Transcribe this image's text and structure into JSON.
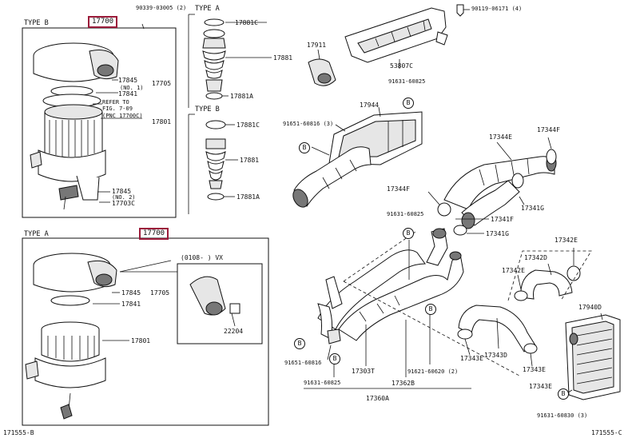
{
  "headers": {
    "type_b_top": "TYPE B",
    "type_a_mid": "TYPE A",
    "type_b_mid": "TYPE B",
    "type_a_bottom": "TYPE A"
  },
  "highlighted_parts": {
    "top": "17700",
    "bottom": "17700"
  },
  "variant_note": "(0108-      ) VX",
  "figure_codes": {
    "left": "171555-B",
    "right": "171555-C"
  },
  "circle_marks": [
    "B",
    "B",
    "B",
    "B",
    "B",
    "B",
    "B"
  ],
  "labels": {
    "bolt_90339": "90339-03005 (2)",
    "bolt_90119": "90119-06171 (4)",
    "p17845_a": "17845",
    "p17705_a": "17705",
    "no1": "(NO. 1)",
    "p17841_a": "17841",
    "refer": "REFER TO",
    "fig": "FIG. 7-09",
    "pnc": "(PNC 17700C)",
    "p17801_a": "17801",
    "p17845_b": "17845",
    "no2": "(NO. 2)",
    "p17703c": "17703C",
    "p17881c_a": "17881C",
    "p17881_a": "17881",
    "p17881a_a": "17881A",
    "p17881c_b": "17881C",
    "p17881_b": "17881",
    "p17881a_b": "17881A",
    "p17911": "17911",
    "p53807c": "53807C",
    "bolt_91631_a": "91631-60825",
    "p17944": "17944",
    "bolt_91651_a": "91651-60816 (3)",
    "p17344e_a": "17344E",
    "p17344f_a": "17344F",
    "p17341g_a": "17341G",
    "p17344f_b": "17344F",
    "p17341f": "17341F",
    "bolt_91631_b": "91631-60825",
    "p17341g_b": "17341G",
    "p17845_c": "17845",
    "p17705_c": "17705",
    "p17841_c": "17841",
    "p17801_c": "17801",
    "p22204": "22204",
    "p17342e_a": "17342E",
    "p17342d": "17342D",
    "p17342e_b": "17342E",
    "p17940d": "17940D",
    "p17343d": "17343D",
    "p17343e_a": "17343E",
    "p17343e_b": "17343E",
    "p17343e_c": "17343E",
    "bolt_91651_b": "91651-60816",
    "p17303t": "17303T",
    "bolt_91621": "91621-60620 (2)",
    "bolt_91631_c": "91631-60825",
    "p17362b": "17362B",
    "p17360a": "17360A",
    "bolt_91631_d": "91631-60830 (3)"
  }
}
